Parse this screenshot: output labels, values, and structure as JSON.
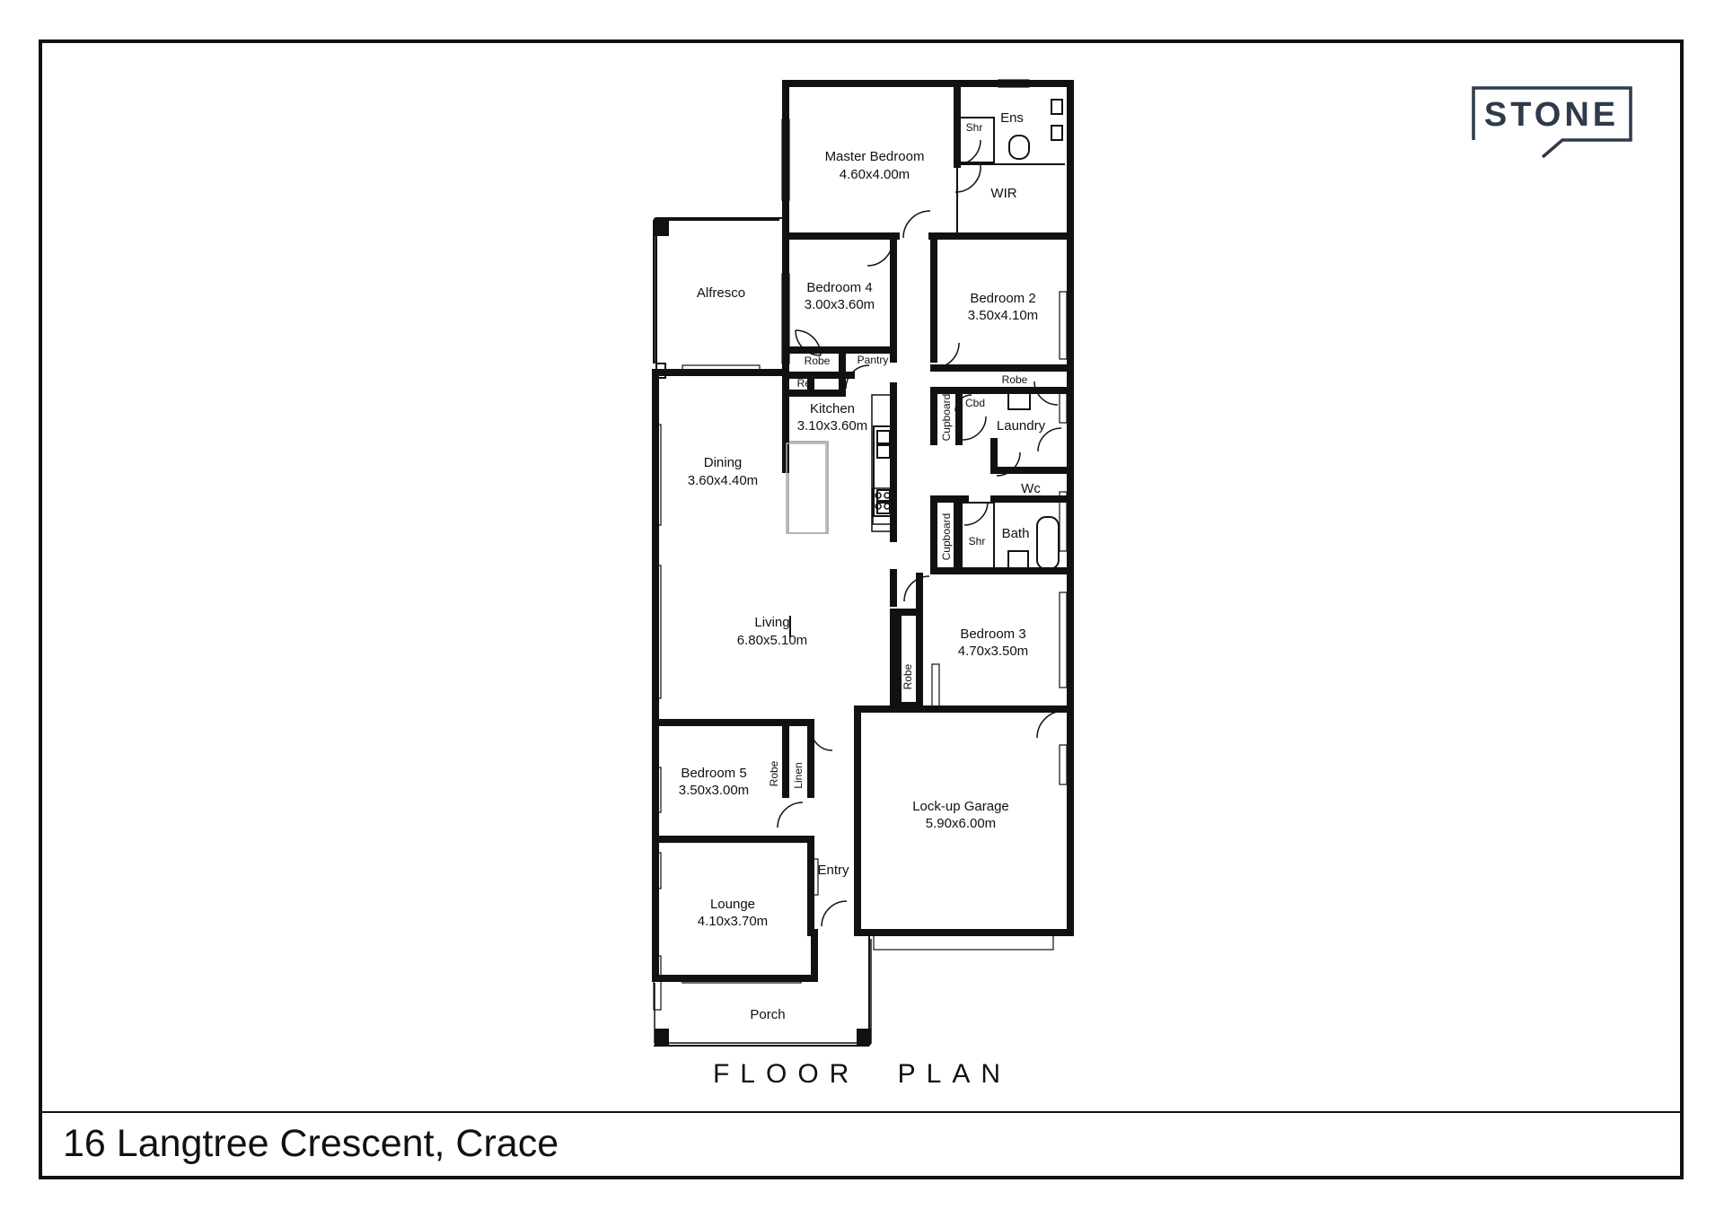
{
  "brand": {
    "name": "STONE",
    "color": "#2f3a4a"
  },
  "title": "FLOOR PLAN",
  "address": "16 Langtree Crescent, Crace",
  "rooms": {
    "master": {
      "name": "Master Bedroom",
      "dim": "4.60x4.00m"
    },
    "ens": {
      "name": "Ens"
    },
    "shr1": {
      "name": "Shr"
    },
    "wir": {
      "name": "WIR"
    },
    "alfresco": {
      "name": "Alfresco"
    },
    "bed4": {
      "name": "Bedroom 4",
      "dim": "3.00x3.60m"
    },
    "bed2": {
      "name": "Bedroom 2",
      "dim": "3.50x4.10m"
    },
    "robe4": {
      "name": "Robe"
    },
    "pantry": {
      "name": "Pantry"
    },
    "ref": {
      "name": "Ref"
    },
    "kitchen": {
      "name": "Kitchen",
      "dim": "3.10x3.60m"
    },
    "robe2": {
      "name": "Robe"
    },
    "cupboard1": {
      "name": "Cupboard"
    },
    "cbd": {
      "name": "Cbd"
    },
    "laundry": {
      "name": "Laundry"
    },
    "dining": {
      "name": "Dining",
      "dim": "3.60x4.40m"
    },
    "wc": {
      "name": "Wc"
    },
    "cupboard2": {
      "name": "Cupboard"
    },
    "shr2": {
      "name": "Shr"
    },
    "bath": {
      "name": "Bath"
    },
    "living": {
      "name": "Living",
      "dim": "6.80x5.10m"
    },
    "bed3": {
      "name": "Bedroom 3",
      "dim": "4.70x3.50m"
    },
    "robe3": {
      "name": "Robe"
    },
    "bed5": {
      "name": "Bedroom 5",
      "dim": "3.50x3.00m"
    },
    "robe5": {
      "name": "Robe"
    },
    "linen": {
      "name": "Linen"
    },
    "garage": {
      "name": "Lock-up Garage",
      "dim": "5.90x6.00m"
    },
    "entry": {
      "name": "Entry"
    },
    "lounge": {
      "name": "Lounge",
      "dim": "4.10x3.70m"
    },
    "porch": {
      "name": "Porch"
    }
  }
}
